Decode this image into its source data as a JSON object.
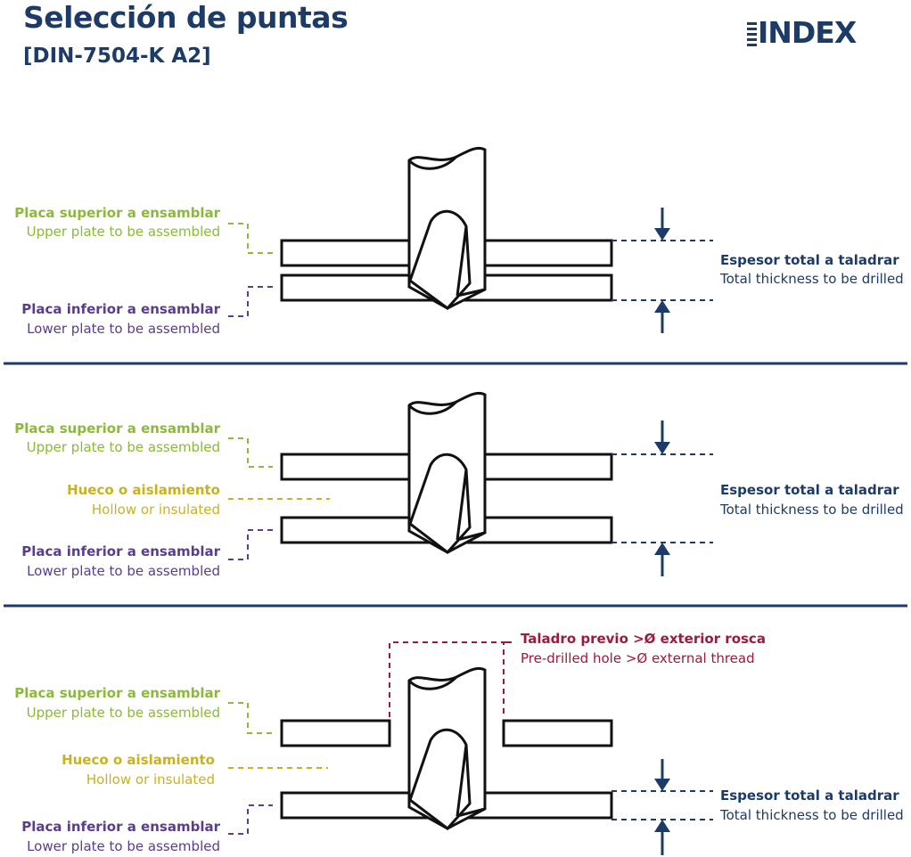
{
  "header": {
    "title": "Selección de puntas",
    "subtitle": "[DIN-7504-K A2]"
  },
  "logo": {
    "text": "INDEX"
  },
  "colors": {
    "navy": "#1d3b67",
    "upper_plate": "#8cb83b",
    "lower_plate": "#5a3d8c",
    "hollow": "#c9b21e",
    "predrill": "#9b1c3a"
  },
  "icons": [
    "drill-bit-icon",
    "arrow-down-icon",
    "arrow-up-icon"
  ],
  "panels": [
    {
      "upper_es": "Placa superior a ensamblar",
      "upper_en": "Upper plate to be assembled",
      "lower_es": "Placa inferior a ensamblar",
      "lower_en": "Lower plate to be assembled",
      "thickness_es": "Espesor total a taladrar",
      "thickness_en": "Total thickness to be drilled"
    },
    {
      "upper_es": "Placa superior a ensamblar",
      "upper_en": "Upper plate to be assembled",
      "hollow_es": "Hueco o aislamiento",
      "hollow_en": "Hollow or insulated",
      "lower_es": "Placa inferior a ensamblar",
      "lower_en": "Lower plate to be assembled",
      "thickness_es": "Espesor total a taladrar",
      "thickness_en": "Total thickness to be drilled"
    },
    {
      "predrill_es": "Taladro previo >Ø exterior rosca",
      "predrill_en": "Pre-drilled hole >Ø external thread",
      "upper_es": "Placa superior a ensamblar",
      "upper_en": "Upper plate to be assembled",
      "hollow_es": "Hueco o aislamiento",
      "hollow_en": "Hollow or insulated",
      "lower_es": "Placa inferior a ensamblar",
      "lower_en": "Lower plate to be assembled",
      "thickness_es": "Espesor total a taladrar",
      "thickness_en": "Total thickness to be drilled"
    }
  ]
}
